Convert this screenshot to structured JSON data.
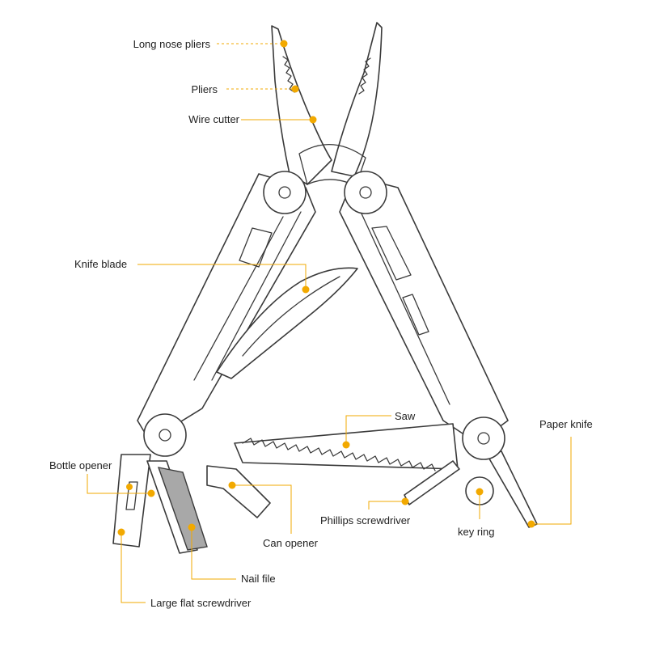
{
  "accent_color": "#f2a900",
  "labels": {
    "long_nose_pliers": "Long nose pliers",
    "pliers": "Pliers",
    "wire_cutter": "Wire cutter",
    "knife_blade": "Knife blade",
    "saw": "Saw",
    "paper_knife": "Paper knife",
    "bottle_opener": "Bottle opener",
    "can_opener": "Can opener",
    "phillips_screwdriver": "Phillips screwdriver",
    "key_ring": "key ring",
    "nail_file": "Nail file",
    "large_flat_screwdriver": "Large flat screwdriver"
  }
}
